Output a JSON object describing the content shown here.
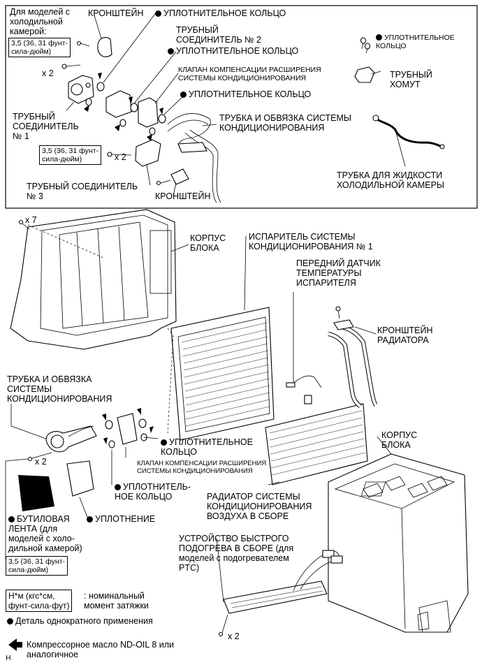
{
  "labels": {
    "cold_box_models": "Для моделей с\nхолодильной\nкамерой:",
    "torque_top": "3,5 (36, 31 фунт-\nсила-дюйм)",
    "x2_top": "x 2",
    "bracket_top": "КРОНШТЕЙН",
    "o_ring_1": "УПЛОТНИТЕЛЬНОЕ КОЛЬЦО",
    "pipe_joint_2": "ТРУБНЫЙ\nСОЕДИНИТЕЛЬ № 2",
    "o_ring_2": "УПЛОТНИТЕЛЬНОЕ КОЛЬЦО",
    "expansion_valve_top": "КЛАПАН КОМПЕНСАЦИИ РАСШИРЕНИЯ\nСИСТЕМЫ КОНДИЦИОНИРОВАНИЯ",
    "o_ring_3": "УПЛОТНИТЕЛЬНОЕ КОЛЬЦО",
    "pipe_joint_1": "ТРУБНЫЙ\nСОЕДИНИТЕЛЬ\n№ 1",
    "ac_tube_top": "ТРУБКА И ОБВЯЗКА СИСТЕМЫ\nКОНДИЦИОНИРОВАНИЯ",
    "torque_mid": "3,5 (36, 31 фунт-\nсила-дюйм)",
    "x2_mid": "x 2",
    "pipe_joint_3": "ТРУБНЫЙ СОЕДИНИТЕЛЬ\n№ 3",
    "bracket_mid": "КРОНШТЕЙН",
    "o_ring_right": "УПЛОТНИТЕЛЬНОЕ\nКОЛЬЦО",
    "pipe_clamp": "ТРУБНЫЙ\nХОМУТ",
    "liquid_tube": "ТРУБКА ДЛЯ ЖИДКОСТИ\nХОЛОДИЛЬНОЙ КАМЕРЫ",
    "x7": "x 7",
    "unit_case_1": "КОРПУС\nБЛОКА",
    "evaporator": "ИСПАРИТЕЛЬ СИСТЕМЫ\nКОНДИЦИОНИРОВАНИЯ № 1",
    "temp_sensor": "ПЕРЕДНИЙ ДАТЧИК\nТЕМПЕРАТУРЫ\nИСПАРИТЕЛЯ",
    "radiator_bracket": "КРОНШТЕЙН\nРАДИАТОРА",
    "ac_tube_bottom": "ТРУБКА И ОБВЯЗКА\nСИСТЕМЫ\nКОНДИЦИОНИРОВАНИЯ",
    "o_ring_lower": "УПЛОТНИТЕЛЬНОЕ\nКОЛЬЦО",
    "unit_case_2": "КОРПУС\nБЛОКА",
    "x2_lower": "x 2",
    "expansion_valve_bottom": "КЛАПАН КОМПЕНСАЦИИ РАСШИРЕНИЯ\nСИСТЕМЫ КОНДИЦИОНИРОВАНИЯ",
    "o_ring_split": "УПЛОТНИТЕЛЬ-\nНОЕ КОЛЬЦО",
    "heater_core": "РАДИАТОР СИСТЕМЫ\nКОНДИЦИОНИРОВАНИЯ\nВОЗДУХА В СБОРЕ",
    "butyl_tape": "БУТИЛОВАЯ\nЛЕНТА (для\nмоделей с холо-\nдильной камерой)",
    "seal": "УПЛОТНЕНИЕ",
    "ptc_heater": "УСТРОЙСТВО БЫСТРОГО\nПОДОГРЕВА В СБОРЕ (для\nмоделей с подогревателем\nPTC)",
    "torque_bottom": "3,5 (36, 31 фунт-\nсила-дюйм)",
    "x2_bottom": "x 2"
  },
  "legend": {
    "torque_unit": "Н*м (кгс*см,\nфунт-сила-фут)",
    "torque_desc": ": номинальный\nмомент затяжки",
    "non_reusable": "Деталь однократного применения",
    "compressor_oil": "Компрессорное масло ND-OIL 8 или\nаналогичное",
    "corner_code": "H"
  }
}
